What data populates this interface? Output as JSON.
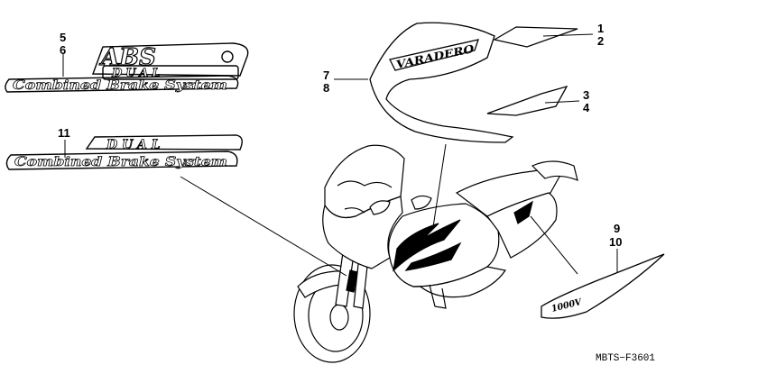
{
  "callouts": {
    "c1": "1",
    "c2": "2",
    "c3": "3",
    "c4": "4",
    "c5": "5",
    "c6": "6",
    "c7": "7",
    "c8": "8",
    "c9": "9",
    "c10": "10",
    "c11": "11"
  },
  "emblems": {
    "abs": "ABS",
    "dual_top": "DUAL",
    "cbs_top": "Combined Brake System",
    "dual_bottom": "DUAL",
    "cbs_bottom": "Combined Brake System",
    "varadero": "VARADERO",
    "side_badge": "1000V"
  },
  "figure_code": "MBTS−F3601"
}
